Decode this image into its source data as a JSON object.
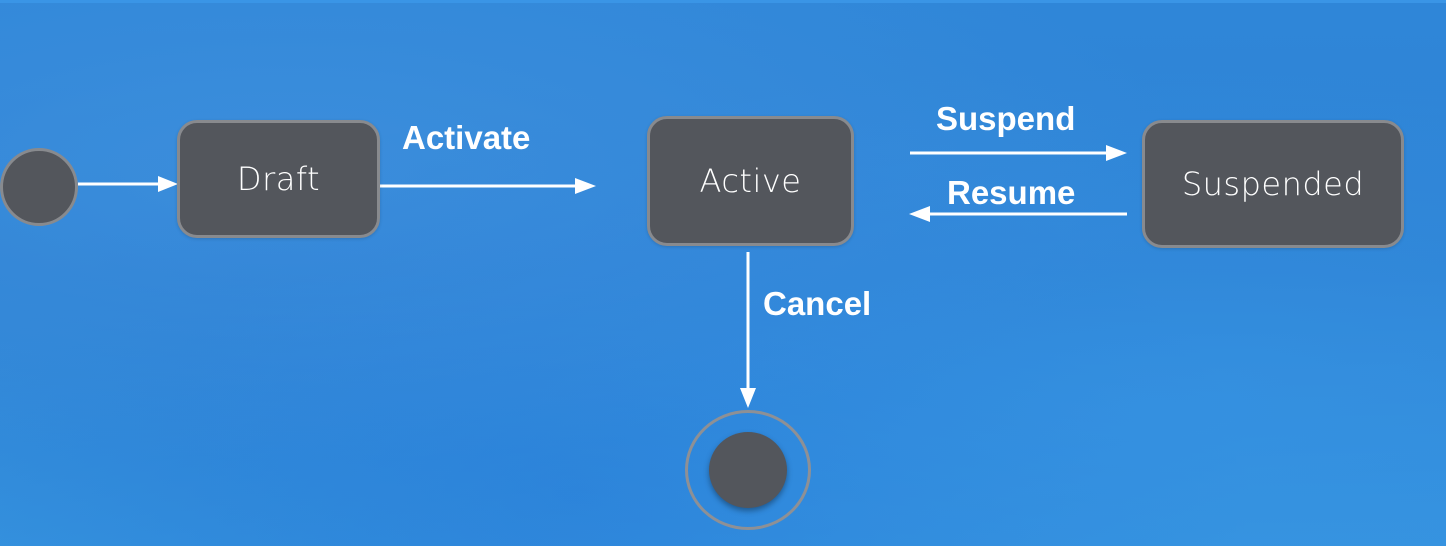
{
  "diagram": {
    "states": {
      "draft": "Draft",
      "active": "Active",
      "suspended": "Suspended"
    },
    "transitions": {
      "activate": "Activate",
      "suspend": "Suspend",
      "resume": "Resume",
      "cancel": "Cancel"
    },
    "colors": {
      "background": "#2f86d8",
      "state_fill": "#53565c",
      "state_border": "#888a8e",
      "text": "#ffffff",
      "arrow": "#ffffff"
    }
  }
}
